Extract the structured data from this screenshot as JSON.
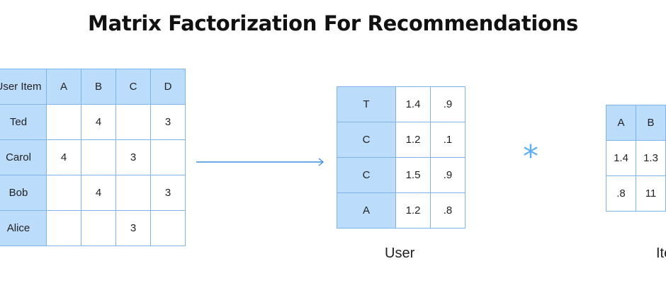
{
  "title": "Matrix Factorization For Recommendations",
  "ratings": {
    "header": [
      "User Item",
      "A",
      "B",
      "C",
      "D"
    ],
    "rows": [
      [
        "Ted",
        "",
        "4",
        "",
        "3"
      ],
      [
        "Carol",
        "4",
        "",
        "3",
        ""
      ],
      [
        "Bob",
        "",
        "4",
        "",
        "3"
      ],
      [
        "Alice",
        "",
        "",
        "3",
        ""
      ]
    ]
  },
  "user_matrix": {
    "rows": [
      [
        "T",
        "1.4",
        ".9"
      ],
      [
        "C",
        "1.2",
        ".1"
      ],
      [
        "C",
        "1.5",
        ".9"
      ],
      [
        "A",
        "1.2",
        ".8"
      ]
    ],
    "caption": "User"
  },
  "operator": "*",
  "item_matrix": {
    "header": [
      "A",
      "B"
    ],
    "rows": [
      [
        "1.4",
        "1.3"
      ],
      [
        ".8",
        "11"
      ]
    ],
    "caption": "Item"
  },
  "colors": {
    "header_fill": "#bcdcfb",
    "border": "#7fb4ea",
    "accent": "#62aef3",
    "arrow": "#3d8ee0"
  }
}
